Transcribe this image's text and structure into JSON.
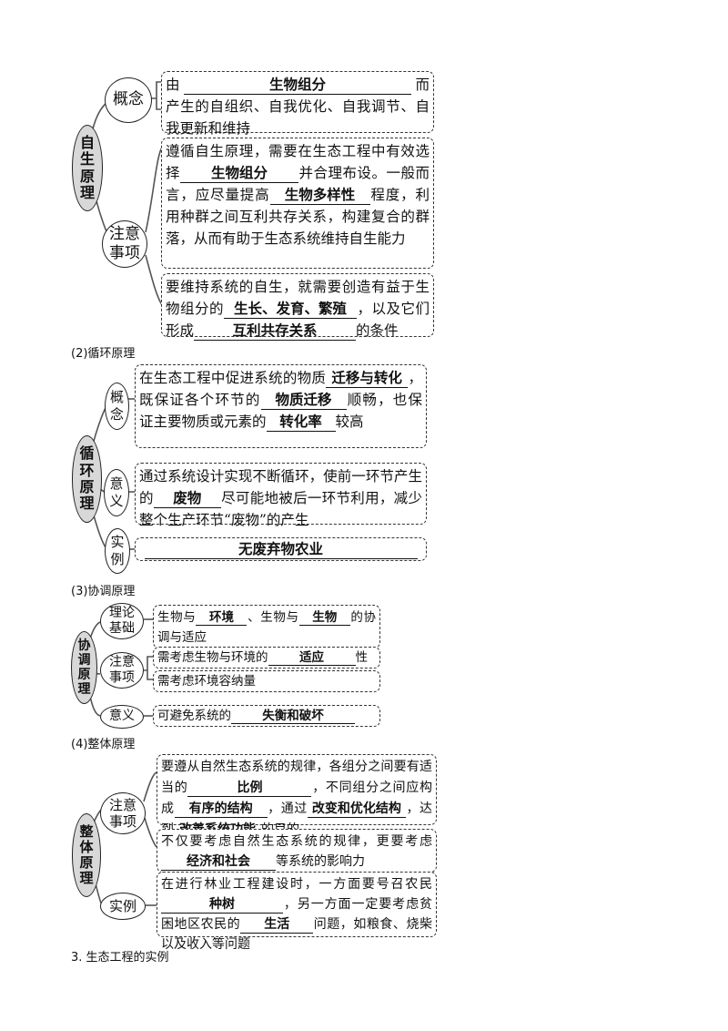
{
  "s1": {
    "main": [
      "自",
      "生",
      "原",
      "理"
    ],
    "concept": "概念",
    "notes": [
      "注意",
      "事项"
    ],
    "box1": {
      "t1": "由",
      "a1": "生物组分",
      "t2": "而产生的自组织、自我优化、自我调节、自我更新和维持"
    },
    "box2": {
      "t1": "遵循自生原理，需要在生态工程中有效选择",
      "a1": "生物组分",
      "t2": "并合理布设。一般而言，应尽量提高",
      "a2": "生物多样性",
      "t3": "程度，利用种群之间互利共存关系，构建复合的群落，从而有助于生态系统维持自生能力"
    },
    "box3": {
      "t1": "要维持系统的自生，就需要创造有益于生物组分的",
      "a1": "生长、发育、繁殖",
      "t2": "，以及它们形成",
      "a2": "互利共存关系",
      "t3": "的条件"
    }
  },
  "s2": {
    "heading": "(2)循环原理",
    "main": [
      "循",
      "环",
      "原",
      "理"
    ],
    "concept": [
      "概",
      "念"
    ],
    "meaning": [
      "意",
      "义"
    ],
    "example": [
      "实",
      "例"
    ],
    "box1": {
      "t1": "在生态工程中促进系统的物质",
      "a1": "迁移与转化",
      "t2": "，既保证各个环节的",
      "a2": "物质迁移",
      "t3": "顺畅，也保证主要物质或元素的",
      "a3": "转化率",
      "t4": "较高"
    },
    "box2": {
      "t1": "通过系统设计实现不断循环，使前一环节产生的",
      "a1": "废物",
      "t2": "尽可能地被后一环节利用，减少整个生产环节“废物”的产生"
    },
    "box3": {
      "a1": "无废弃物农业"
    }
  },
  "s3": {
    "heading": "(3)协调原理",
    "main": [
      "协",
      "调",
      "原",
      "理"
    ],
    "theory": [
      "理论",
      "基础"
    ],
    "notes": [
      "注意",
      "事项"
    ],
    "meaning": "意义",
    "box1": {
      "t1": "生物与",
      "a1": "环境",
      "t2": "、生物与",
      "a2": "生物",
      "t3": "的协调与适应"
    },
    "box2": {
      "t1": "需考虑生物与环境的",
      "a1": "适应",
      "t2": "性"
    },
    "box3": {
      "t1": "需考虑环境容纳量"
    },
    "box4": {
      "t1": "可避免系统的",
      "a1": "失衡和破坏"
    }
  },
  "s4": {
    "heading": "(4)整体原理",
    "main": [
      "整",
      "体",
      "原",
      "理"
    ],
    "notes": [
      "注意",
      "事项"
    ],
    "example": "实例",
    "box1": {
      "t1": "要遵从自然生态系统的规律，各组分之间要有适当的",
      "a1": "比例",
      "t2": "，不同组分之间应构成",
      "a2": "有序的结构",
      "t3": "，通过",
      "a3": "改变和优化结构",
      "t4": "，达到",
      "a4": "改善系统功能",
      "t5": "的目的"
    },
    "box2": {
      "t1": "不仅要考虑自然生态系统的规律，更要考虑",
      "a1": "经济和社会",
      "t2": "等系统的影响力"
    },
    "box3": {
      "t1": "在进行林业工程建设时，一方面要号召农民",
      "a1": "种树",
      "t2": "，另一方面一定要考虑贫困地区农民的",
      "a2": "生活",
      "t3": "问题，如粮食、烧柴以及收入等问题"
    }
  },
  "footer": "3. 生态工程的实例"
}
